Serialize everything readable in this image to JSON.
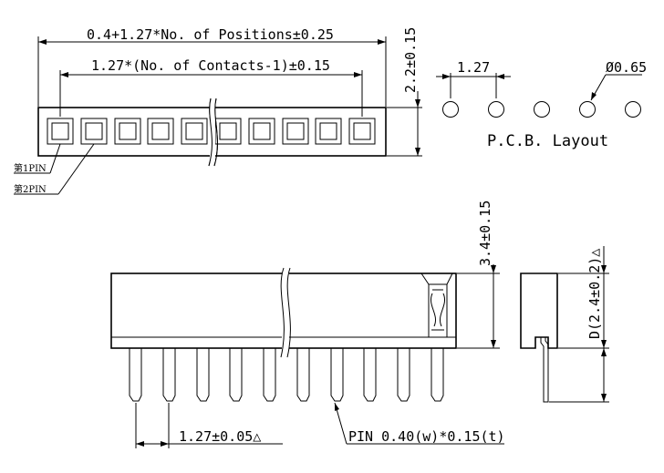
{
  "top_view": {
    "total_length": "0.4+1.27*No. of Positions±0.25",
    "contacts_length": "1.27*(No. of Contacts-1)±0.15",
    "height": "2.2±0.15",
    "pin1": "第1PIN",
    "pin2": "第2PIN"
  },
  "pcb_layout": {
    "pitch": "1.27",
    "hole": "Ø0.65",
    "title": "P.C.B.  Layout"
  },
  "front_view": {
    "body_height": "3.4±0.15",
    "pin_pitch": "1.27±0.05△",
    "pin_size": "PIN 0.40(w)*0.15(t)"
  },
  "side_view": {
    "depth": "D(2.4±0.2)△"
  }
}
